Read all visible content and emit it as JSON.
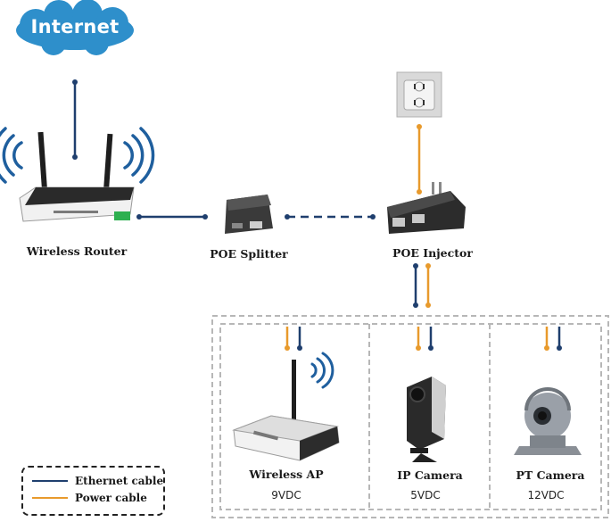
{
  "cloud": {
    "label": "Internet",
    "color": "#2e8fcb"
  },
  "devices": {
    "router": {
      "label": "Wireless Router"
    },
    "splitter": {
      "label": "POE Splitter"
    },
    "injector": {
      "label": "POE Injector"
    },
    "ap": {
      "label": "Wireless AP",
      "voltage": "9VDC"
    },
    "ip_camera": {
      "label": "IP Camera",
      "voltage": "5VDC"
    },
    "pt_camera": {
      "label": "PT Camera",
      "voltage": "12VDC"
    }
  },
  "legend": {
    "ethernet": {
      "label": "Ethernet cable",
      "color": "#1f3f6e"
    },
    "power": {
      "label": "Power cable",
      "color": "#e89a2c"
    }
  },
  "icons": [
    "cloud-icon",
    "router-icon",
    "wifi-signal-icon",
    "poe-splitter-icon",
    "poe-injector-icon",
    "wall-outlet-icon",
    "access-point-icon",
    "ip-camera-icon",
    "pt-camera-icon"
  ]
}
